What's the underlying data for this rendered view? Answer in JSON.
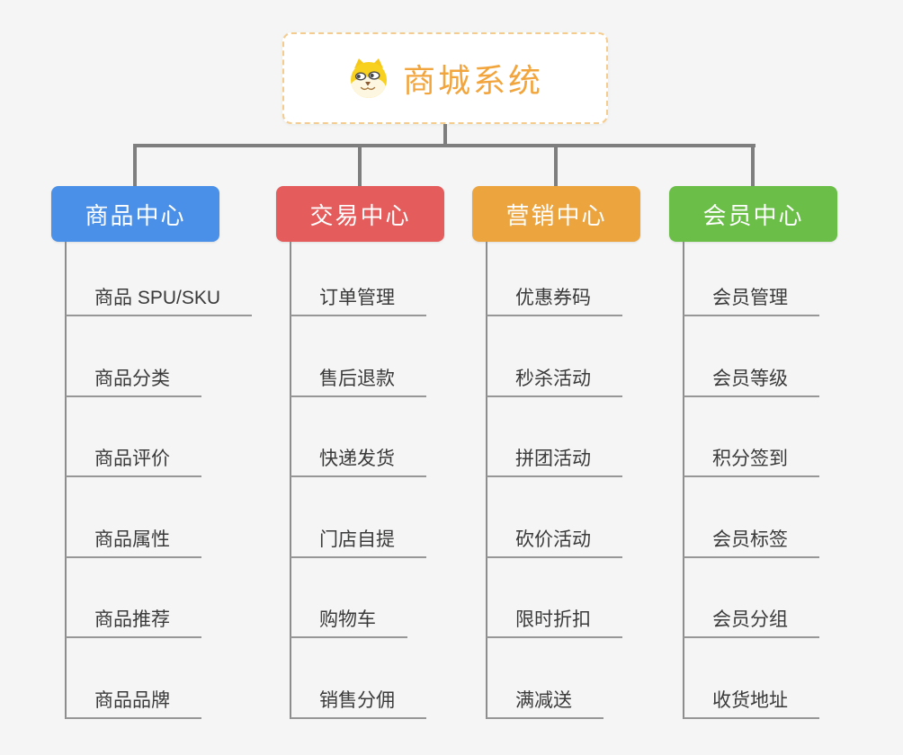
{
  "root": {
    "title": "商城系统",
    "icon": "dog-face-icon",
    "accent_color": "#f2a53d",
    "border_color": "#f5cc8f"
  },
  "connector_color": "#7e7e7e",
  "branches": [
    {
      "label": "商品中心",
      "color": "#4a90e8",
      "items": [
        "商品 SPU/SKU",
        "商品分类",
        "商品评价",
        "商品属性",
        "商品推荐",
        "商品品牌"
      ]
    },
    {
      "label": "交易中心",
      "color": "#e45c5c",
      "items": [
        "订单管理",
        "售后退款",
        "快递发货",
        "门店自提",
        "购物车",
        "销售分佣"
      ]
    },
    {
      "label": "营销中心",
      "color": "#eba43e",
      "items": [
        "优惠券码",
        "秒杀活动",
        "拼团活动",
        "砍价活动",
        "限时折扣",
        "满减送"
      ]
    },
    {
      "label": "会员中心",
      "color": "#6bbf48",
      "items": [
        "会员管理",
        "会员等级",
        "积分签到",
        "会员标签",
        "会员分组",
        "收货地址"
      ]
    }
  ]
}
